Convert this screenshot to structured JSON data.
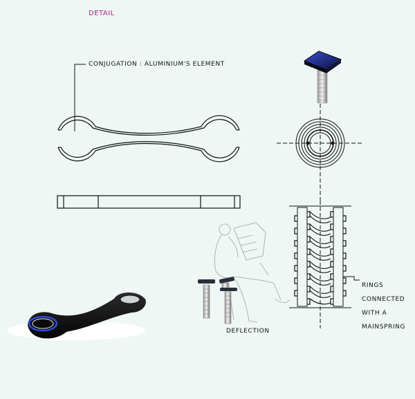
{
  "page": {
    "title": "DETAIL"
  },
  "labels": {
    "conjugation": "CONJUGATION : ALUMINIUM'S ELEMENT",
    "rings_line1": "RINGS",
    "rings_line2": "CONNECTED",
    "rings_line3": "WITH A",
    "rings_line4": "MAINSPRING",
    "deflection": "DEFLECTION"
  },
  "colors": {
    "title": "#b0208f",
    "line": "#111111",
    "background": "#eef7f4",
    "cap_blue": "#1a2a8a"
  }
}
